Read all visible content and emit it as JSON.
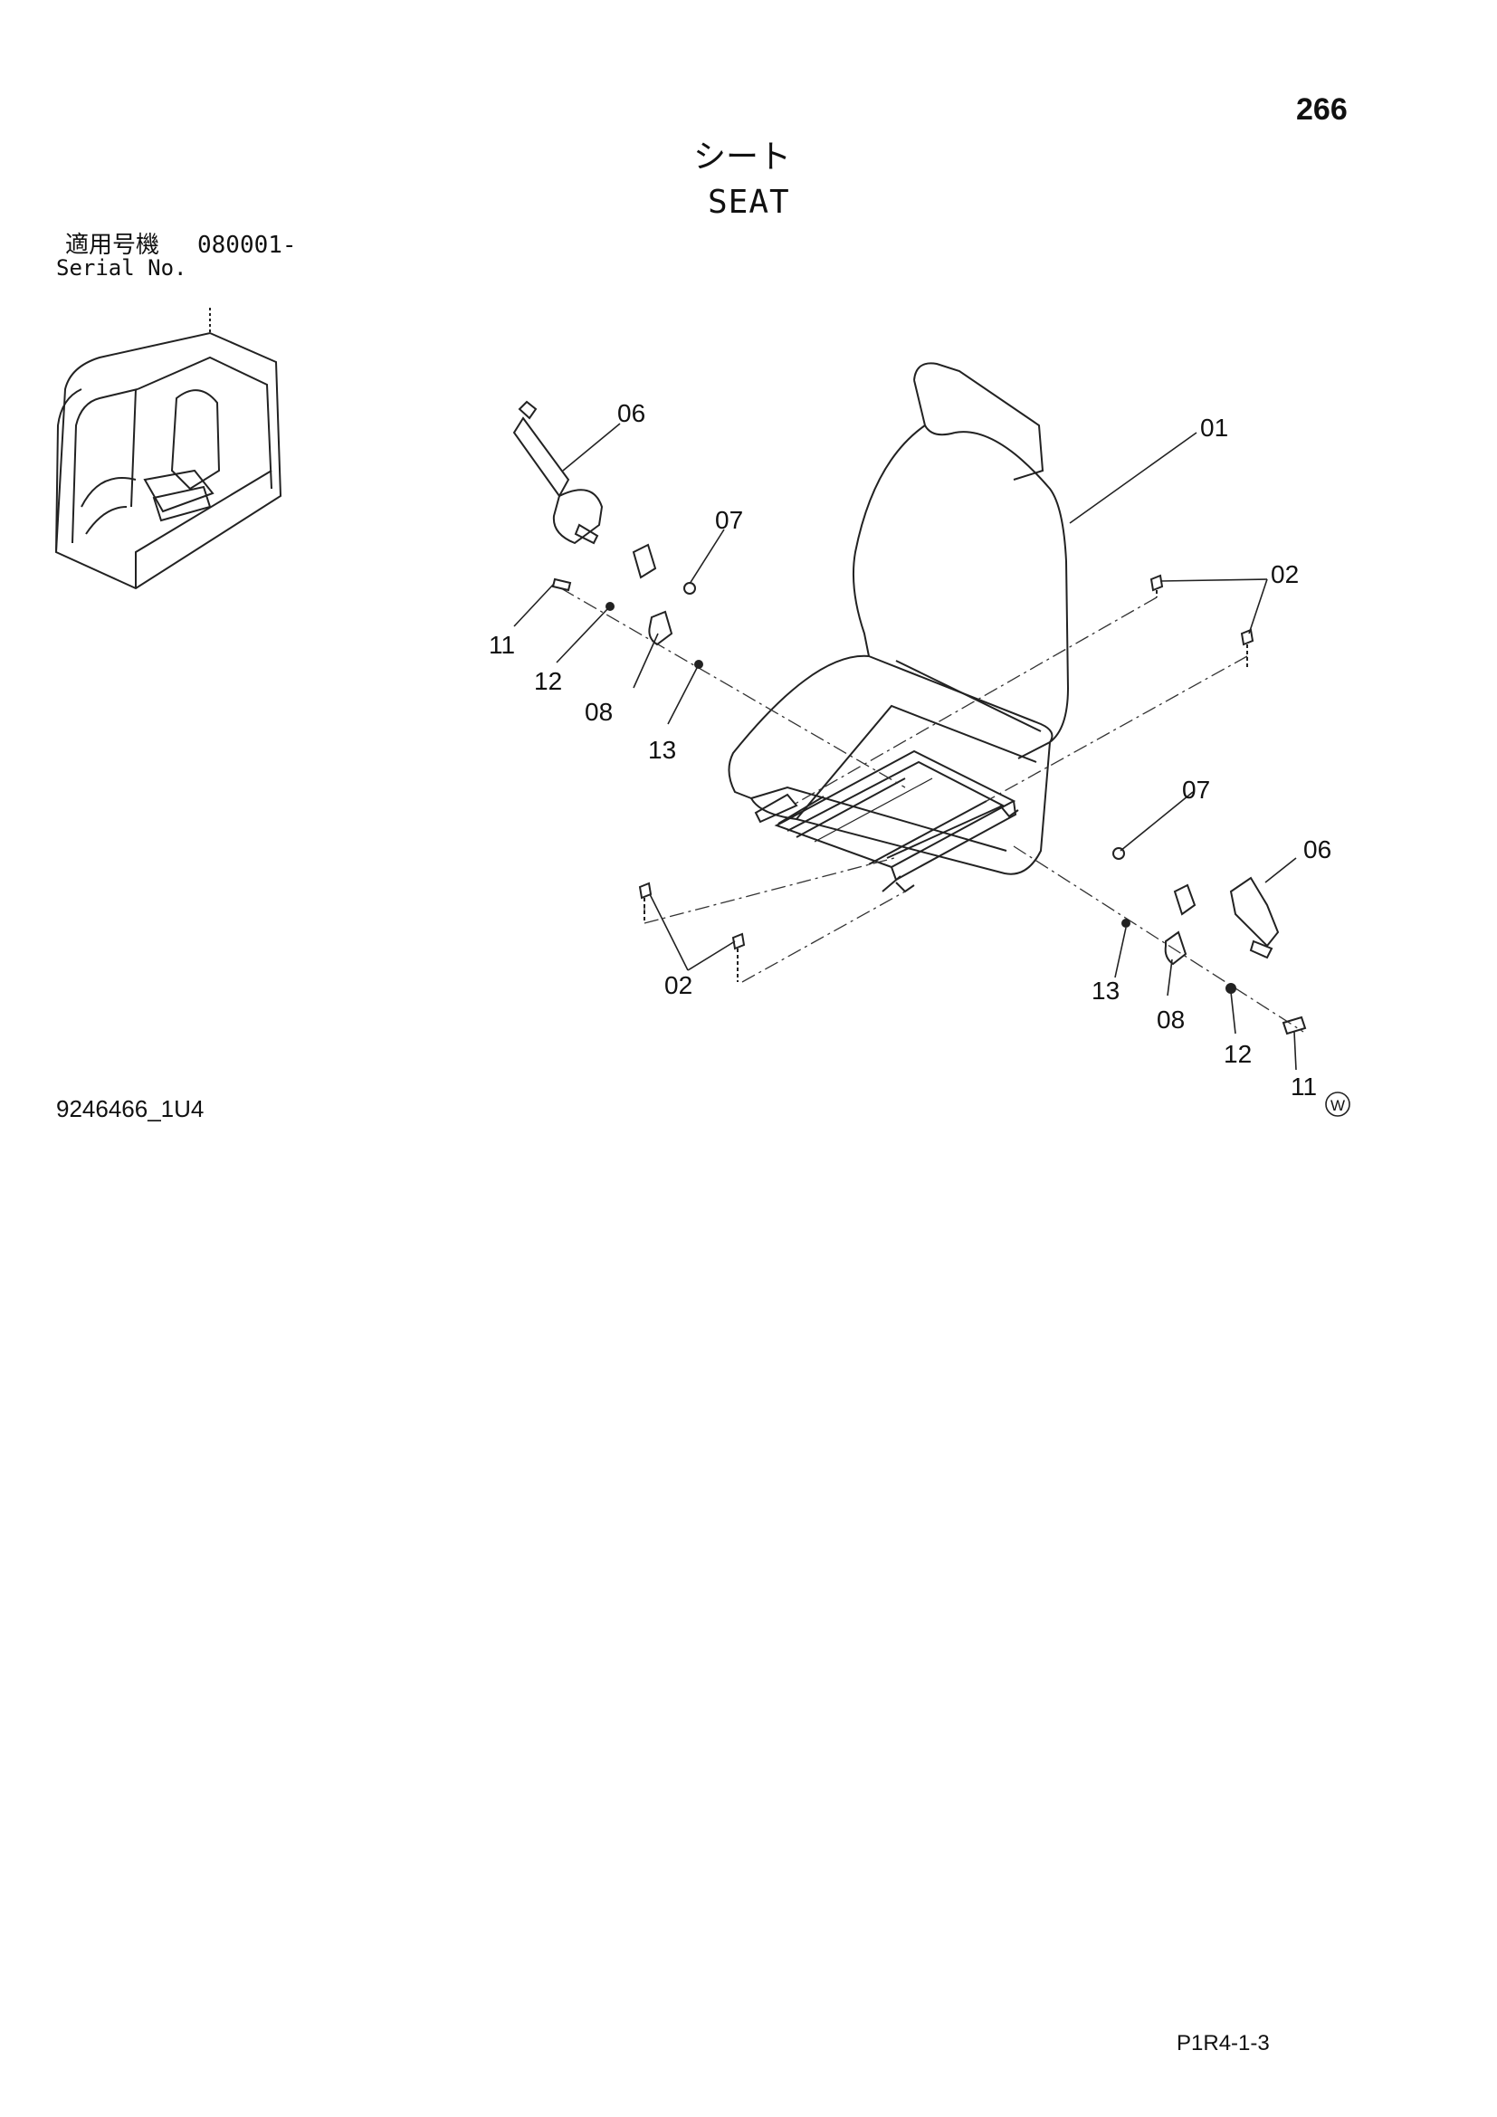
{
  "page_number": "266",
  "title": {
    "japanese": "シート",
    "english": "SEAT"
  },
  "serial": {
    "label_japanese": "適用号機",
    "range": "080001-",
    "label_english": "Serial No."
  },
  "reference_code": "9246466_1U4",
  "page_code": "P1R4-1-3",
  "callouts": [
    {
      "label": "01"
    },
    {
      "label": "02"
    },
    {
      "label": "02"
    },
    {
      "label": "06"
    },
    {
      "label": "06"
    },
    {
      "label": "07"
    },
    {
      "label": "07"
    },
    {
      "label": "08"
    },
    {
      "label": "08"
    },
    {
      "label": "11"
    },
    {
      "label": "11"
    },
    {
      "label": "12"
    },
    {
      "label": "12"
    },
    {
      "label": "13"
    },
    {
      "label": "13"
    }
  ],
  "marker_w": "W"
}
